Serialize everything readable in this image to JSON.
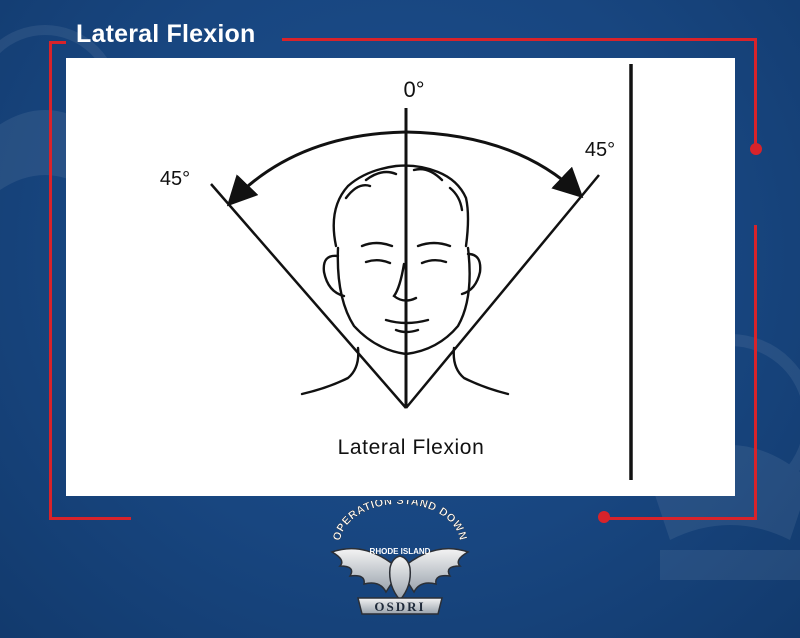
{
  "header": {
    "title": "Lateral Flexion"
  },
  "diagram": {
    "angle_center": "0°",
    "angle_left": "45°",
    "angle_right": "45°",
    "caption": "Lateral Flexion"
  },
  "logo": {
    "arc_text": "OPERATION STAND DOWN",
    "sub_text": "RHODE ISLAND",
    "banner_text": "OSDRI"
  },
  "colors": {
    "background": "#184680",
    "accent": "#d8232a",
    "panel": "#ffffff",
    "ink": "#111111"
  }
}
